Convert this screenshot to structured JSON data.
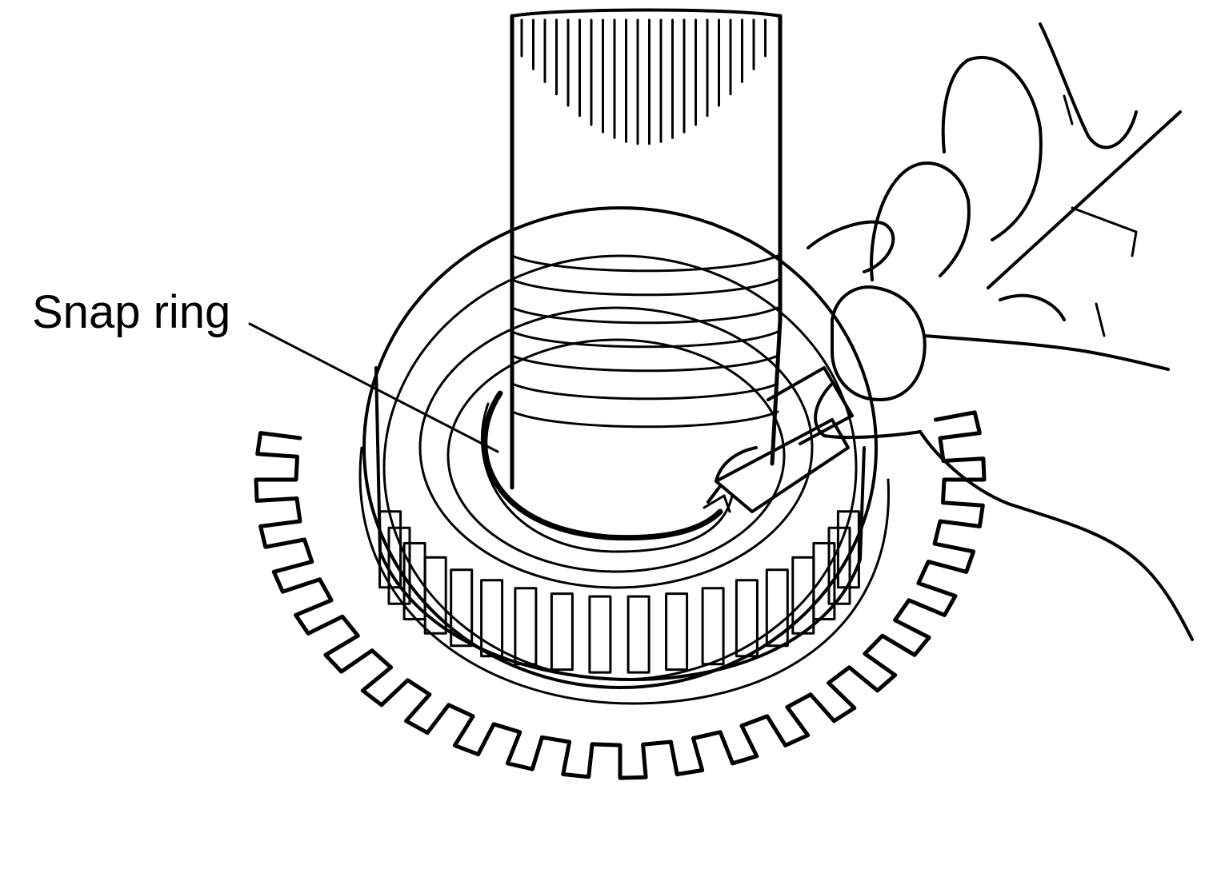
{
  "callout": {
    "label": "Snap ring"
  },
  "parts": [
    "output-shaft",
    "spline-teeth",
    "snap-ring",
    "reluctor-ring",
    "clutch-drum",
    "screwdriver",
    "hand"
  ],
  "colors": {
    "ink": "#000000",
    "paper": "#ffffff"
  }
}
